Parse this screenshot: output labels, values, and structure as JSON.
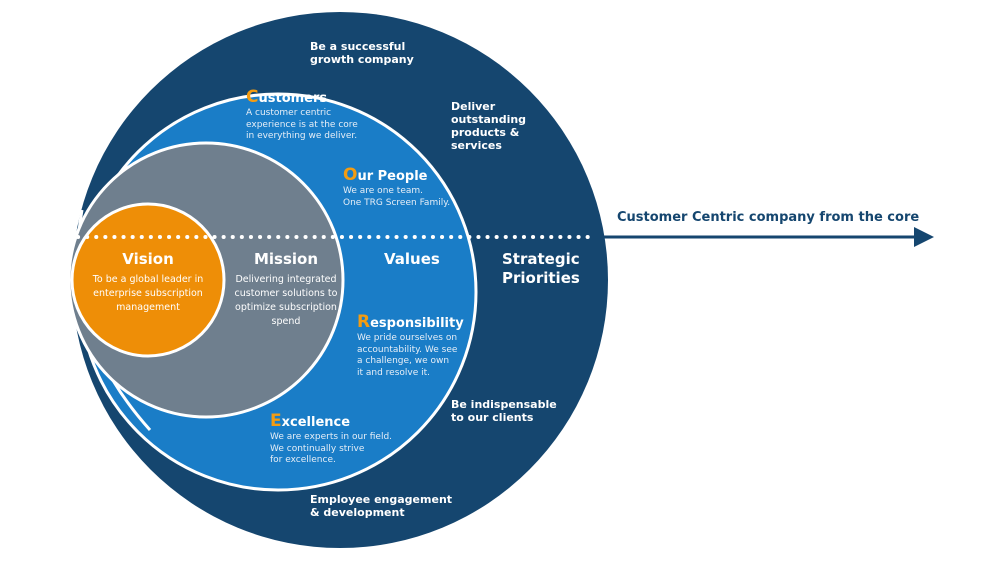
{
  "colors": {
    "outer_circle": "#15466f",
    "values_circle": "#1a7dc7",
    "mission_circle": "#6f7f8e",
    "vision_circle": "#ee8e07",
    "ring_stroke": "#ffffff",
    "arrow": "#15466f",
    "letter_accent": "#f39c12"
  },
  "strategic": {
    "title_line1": "Strategic",
    "title_line2": "Priorities",
    "top_line1": "Be a successful",
    "top_line2": "growth company",
    "right_line1": "Deliver",
    "right_line2": "outstanding",
    "right_line3": "products &",
    "right_line4": "services",
    "bottom_right_line1": "Be indispensable",
    "bottom_right_line2": "to our clients",
    "bottom_line1": "Employee engagement",
    "bottom_line2": "& development"
  },
  "values": {
    "title": "Values",
    "customers": {
      "initial": "C",
      "rest": "ustomers",
      "line1": "A customer centric",
      "line2": "experience is at the core",
      "line3": "in everything we deliver."
    },
    "people": {
      "initial": "O",
      "rest": "ur People",
      "line1": "We are one team.",
      "line2": "One TRG Screen Family."
    },
    "responsibility": {
      "initial": "R",
      "rest": "esponsibility",
      "line1": "We pride ourselves on",
      "line2": "accountability. We see",
      "line3": "a challenge, we own",
      "line4": "it and resolve it."
    },
    "excellence": {
      "initial": "E",
      "rest": "xcellence",
      "line1": "We are experts in our field.",
      "line2": "We continually strive",
      "line3": "for excellence."
    }
  },
  "mission": {
    "title": "Mission",
    "line1": "Delivering integrated",
    "line2": "customer solutions to",
    "line3": "optimize subscription",
    "line4": "spend"
  },
  "vision": {
    "title": "Vision",
    "line1": "To be a global leader in",
    "line2": "enterprise subscription",
    "line3": "management"
  },
  "arrow": {
    "label": "Customer Centric company from the core"
  }
}
